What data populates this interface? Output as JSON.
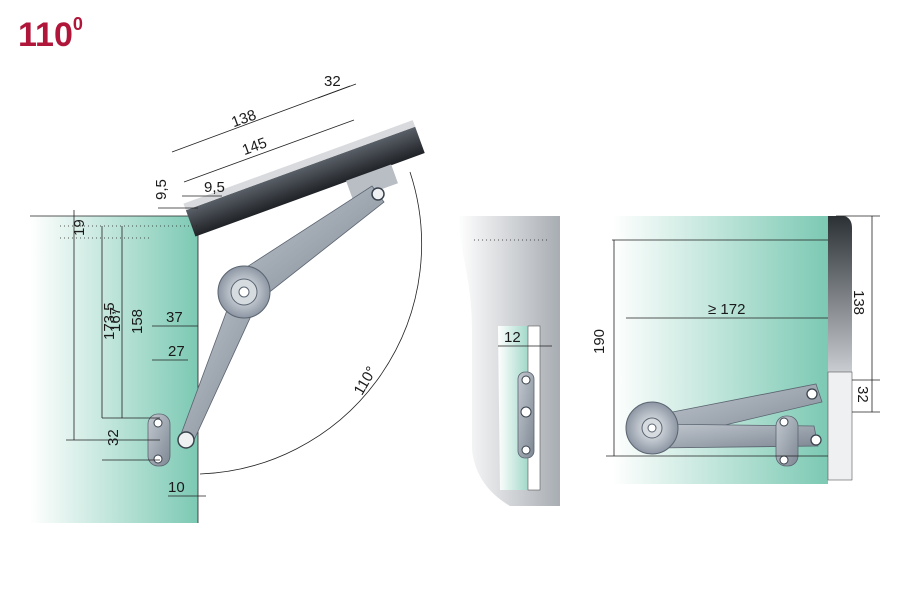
{
  "title": {
    "main": "110",
    "sup": "0"
  },
  "dimensions": {
    "d138_top": "138",
    "d145": "145",
    "d32_top": "32",
    "d9_5_a": "9,5",
    "d9_5_b": "9,5",
    "d19": "19",
    "d173_5": "173,5",
    "d167": "167",
    "d158": "158",
    "d37": "37",
    "d27": "27",
    "d32_left": "32",
    "d10": "10",
    "angle": "110°",
    "d12": "12",
    "d190": "190",
    "d172": "≥ 172",
    "d138_right": "138",
    "d32_right": "32"
  },
  "colors": {
    "title": "#b0163a",
    "cabinet_light": "#e8f6f2",
    "cabinet_dark": "#7cc9b3",
    "arm_metal": "#8c96a3",
    "door_dark": "#2d3136"
  }
}
